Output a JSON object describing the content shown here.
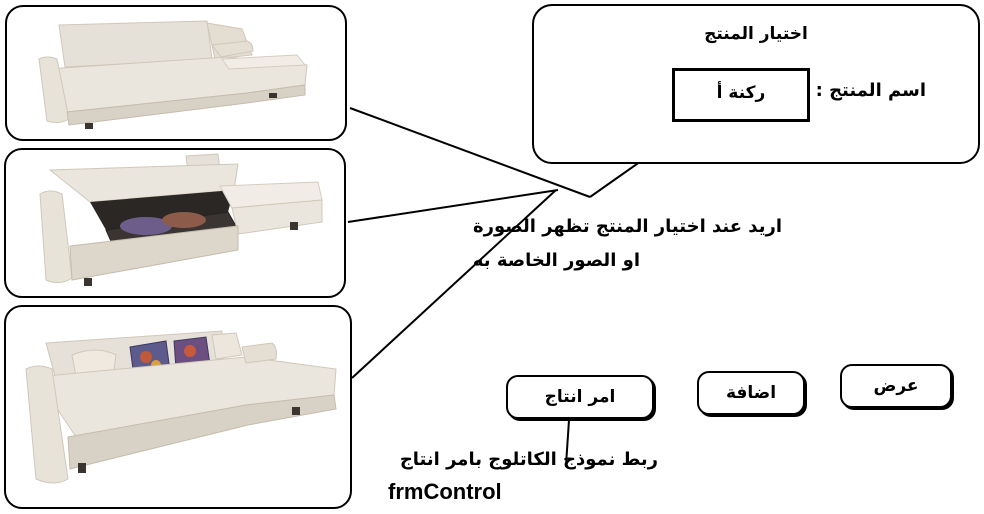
{
  "product_panel": {
    "title": "اختيار المنتج",
    "name_label": "اسم المنتج :",
    "name_value": "ركنة أ"
  },
  "note": {
    "line1": "اريد عند اختيار المنتج تظهر الصورة",
    "line2": "او الصور الخاصة به"
  },
  "buttons": {
    "produce": "امر انتاج",
    "add": "اضافة",
    "view": "عرض"
  },
  "link_note": {
    "line1": "ربط نموذج الكاتلوج بامر انتاج",
    "form_name": "frmControl"
  },
  "images": [
    {
      "icon": "sofa-image"
    },
    {
      "icon": "sofa-storage-open-image"
    },
    {
      "icon": "sofa-with-cushions-image"
    }
  ],
  "colors": {
    "sofa": "#ebe6dd",
    "sofa_shade": "#d8d1c5",
    "line": "#000000"
  }
}
